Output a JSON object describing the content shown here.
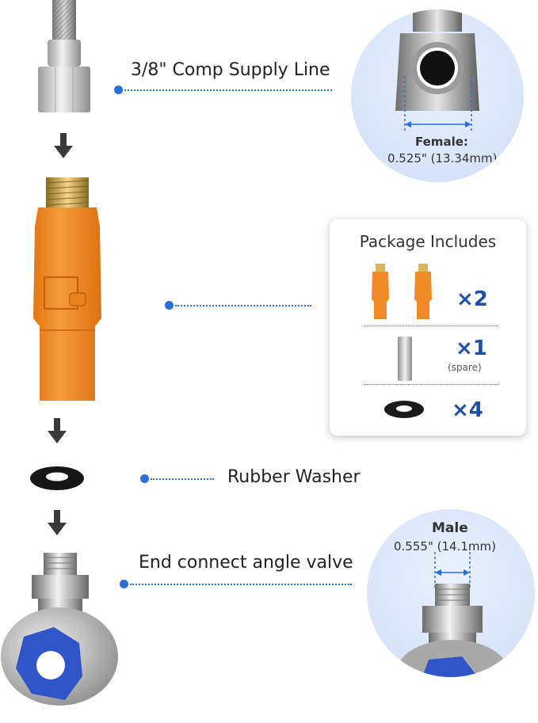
{
  "labels": {
    "supply_line": "3/8\" Comp Supply Line",
    "rubber_washer": "Rubber Washer",
    "angle_valve": "End connect angle valve"
  },
  "female": {
    "title": "Female:",
    "size": "0.525\"  (13.34mm)"
  },
  "male": {
    "title": "Male",
    "size": "0.555\"  (14.1mm)"
  },
  "package": {
    "title": "Package Includes",
    "items": [
      {
        "qty": "×2",
        "note": ""
      },
      {
        "qty": "×1",
        "note": "(spare)"
      },
      {
        "qty": "×4",
        "note": ""
      }
    ]
  },
  "colors": {
    "accent": "#2a6fd6",
    "qty_blue": "#1d4fa8",
    "adapter_orange": "#f08a26",
    "valve_blue": "#2f55c9",
    "brass": "#c9a04a"
  },
  "icons": [
    "arrow-down-icon",
    "pointer-dot-icon"
  ]
}
